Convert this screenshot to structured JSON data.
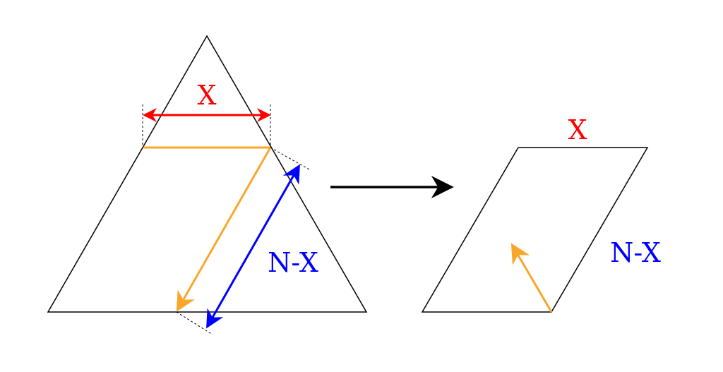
{
  "labels": {
    "top_width": "X",
    "side_length": "N-X",
    "result_top": "X",
    "result_side": "N-X"
  },
  "colors": {
    "red": "#ff0000",
    "orange": "#f9a72b",
    "blue": "#0000ff",
    "black": "#000000"
  }
}
